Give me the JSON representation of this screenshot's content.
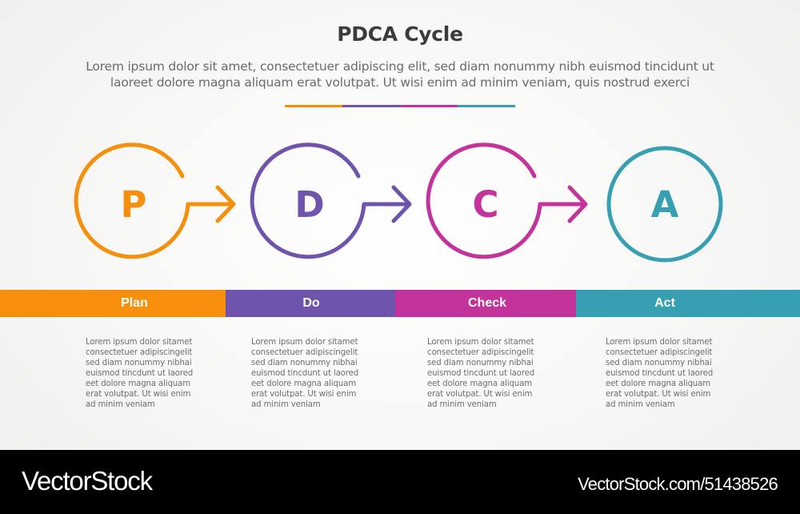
{
  "header": {
    "title": "PDCA Cycle",
    "subtitle_line1": "Lorem ipsum dolor sit amet, consectetuer adipiscing elit, sed diam nonummy nibh euismod tincidunt ut",
    "subtitle_line2": "laoreet dolore magna aliquam erat volutpat. Ut wisi enim ad minim veniam, quis nostrud exerci"
  },
  "colors": {
    "plan": "#f68f0c",
    "do": "#6f54ae",
    "check": "#c3339b",
    "act": "#379fb2",
    "title": "#3b3b3b",
    "body_text": "#6e6e6e"
  },
  "stages": [
    {
      "letter": "P",
      "label": "Plan",
      "color": "#f68f0c",
      "has_arrow": true,
      "description": [
        "Lorem ipsum dolor sitamet",
        "consectetuer adipiscingelit",
        "sed diam nonummy nibhai",
        "euismod tincdunt ut laored",
        "eet dolore magna aliquam",
        "erat volutpat. Ut wisi enim",
        "ad minim veniam"
      ]
    },
    {
      "letter": "D",
      "label": "Do",
      "color": "#6f54ae",
      "has_arrow": true,
      "description": [
        "Lorem ipsum dolor sitamet",
        "consectetuer adipiscingelit",
        "sed diam nonummy nibhai",
        "euismod tincdunt ut laored",
        "eet dolore magna aliquam",
        "erat volutpat. Ut wisi enim",
        "ad minim veniam"
      ]
    },
    {
      "letter": "C",
      "label": "Check",
      "color": "#c3339b",
      "has_arrow": true,
      "description": [
        "Lorem ipsum dolor sitamet",
        "consectetuer adipiscingelit",
        "sed diam nonummy nibhai",
        "euismod tincdunt ut laored",
        "eet dolore magna aliquam",
        "erat volutpat. Ut wisi enim",
        "ad minim veniam"
      ]
    },
    {
      "letter": "A",
      "label": "Act",
      "color": "#379fb2",
      "has_arrow": false,
      "description": [
        "Lorem ipsum dolor sitamet",
        "consectetuer adipiscingelit",
        "sed diam nonummy nibhai",
        "euismod tincdunt ut laored",
        "eet dolore magna aliquam",
        "erat volutpat. Ut wisi enim",
        "ad minim veniam"
      ]
    }
  ],
  "watermark": {
    "brand": "VectorStock",
    "reference": "VectorStock.com/51438526"
  }
}
